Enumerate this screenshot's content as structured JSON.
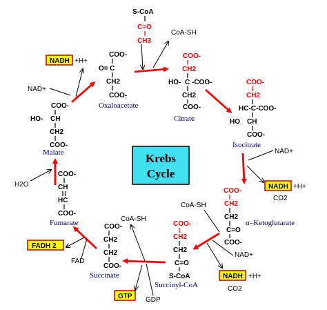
{
  "center": {
    "line1": "Krebs",
    "line2": "Cycle",
    "bg_color": "#40e0f0"
  },
  "colors": {
    "arrow": "#ff0000",
    "name": "#000080",
    "cofactor_box": "#ffff00"
  },
  "acetyl_coa": {
    "s": "S-CoA",
    "co": "C=O",
    "ch3": "CH3"
  },
  "oxaloacetate": {
    "name": "Oxaloacetate",
    "coo1": "COO-",
    "c": "C",
    "o": "O=",
    "ch2": "CH2",
    "coo2": "COO-"
  },
  "citrate": {
    "name": "Citrate",
    "coo1": "COO-",
    "ch2a": "CH2",
    "ho": "HO-",
    "c": "C",
    "coo2": "-COO-",
    "ch2b": "CH2",
    "coo3": "COO-"
  },
  "isocitrate": {
    "name": "Isocitrate",
    "coo1": "COO-",
    "ch2": "CH2",
    "hc": "HC-C-COO-",
    "ho": "HO",
    "ch": "CH",
    "coo2": "COO-"
  },
  "ketoglutarate": {
    "name": "α–Ketoglutarate",
    "coo1": "COO-",
    "ch2a": "CH2",
    "ch2b": "CH2",
    "c": "C=O",
    "coo2": "COO-"
  },
  "succinyl_coa": {
    "name": "Succinyl-CoA",
    "coo": "COO-",
    "ch2a": "CH2",
    "ch2b": "CH2",
    "c": "C=O",
    "s": "S-CoA"
  },
  "succinate": {
    "name": "Succinate",
    "coo1": "COO-",
    "ch2a": "CH2",
    "ch2b": "CH2",
    "coo2": "COO-"
  },
  "fumarate": {
    "name": "Fumarate",
    "coo1": "COO-",
    "ch1": "CH",
    "ch2": "HC",
    "coo2": "COO-"
  },
  "malate": {
    "name": "Malate",
    "coo1": "COO-",
    "ho": "HO-",
    "ch": "CH",
    "ch2": "CH2",
    "coo2": "COO-"
  },
  "cofactors": {
    "coa_sh_top": "CoA-SH",
    "nad_top": "NAD+",
    "nadh_top": "NADH",
    "h_top": "+H+",
    "nad_right": "NAD+",
    "nadh_right": "NADH",
    "h_right": "+H+",
    "co2_right": "CO2",
    "coa_sh_mid": "CoA-SH",
    "nad_mid": "NAD+",
    "nadh_bottom": "NADH",
    "h_bottom": "+H+",
    "co2_bottom": "CO2",
    "coa_sh_bottom": "CoA-SH",
    "gtp": "GTP",
    "gdp": "GDP",
    "fadh2": "FADH 2",
    "fad": "FAD",
    "h2o": "H2O"
  }
}
